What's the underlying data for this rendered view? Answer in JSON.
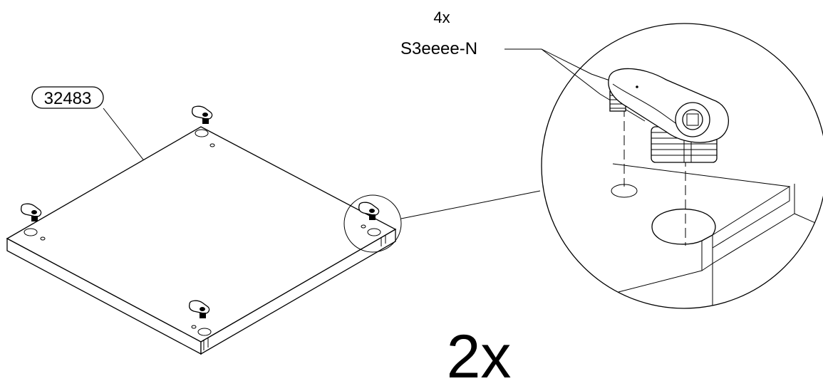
{
  "quantity_connector": "4x",
  "connector_code": "S3eeee-N",
  "part_number": "32483",
  "quantity_board": "2x",
  "colors": {
    "ink": "#000000",
    "paper": "#ffffff"
  },
  "icons": [
    "cam-lock-connector-icon",
    "cam-lock-hole-icon"
  ]
}
